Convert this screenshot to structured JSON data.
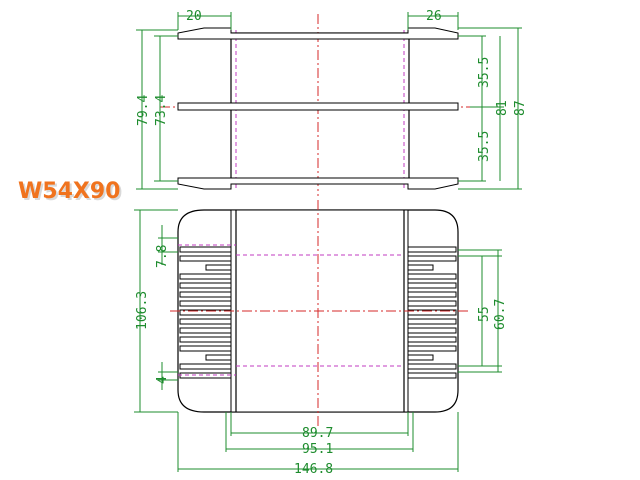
{
  "model": "W54X90",
  "colors": {
    "outline": "#000000",
    "dimension": "#1e8c2e",
    "centerline": "#d42a2a",
    "hidden_line": "#c23bc2",
    "model_label": "#f0731e"
  },
  "dimensions": {
    "top_flange_left": "20",
    "top_flange_right": "26",
    "left_outer": "79.4",
    "left_inner": "73.4",
    "right_upper_pitch": "35.5",
    "right_lower_pitch": "35.5",
    "right_inner": "81",
    "right_outer": "87",
    "front_left_small_top": "7.8",
    "front_left_height": "106.3",
    "front_left_small_bottom": "4",
    "front_right_inner": "55",
    "front_right_outer": "60.7",
    "bottom_inner": "89.7",
    "bottom_middle": "95.1",
    "bottom_outer": "146.8"
  }
}
